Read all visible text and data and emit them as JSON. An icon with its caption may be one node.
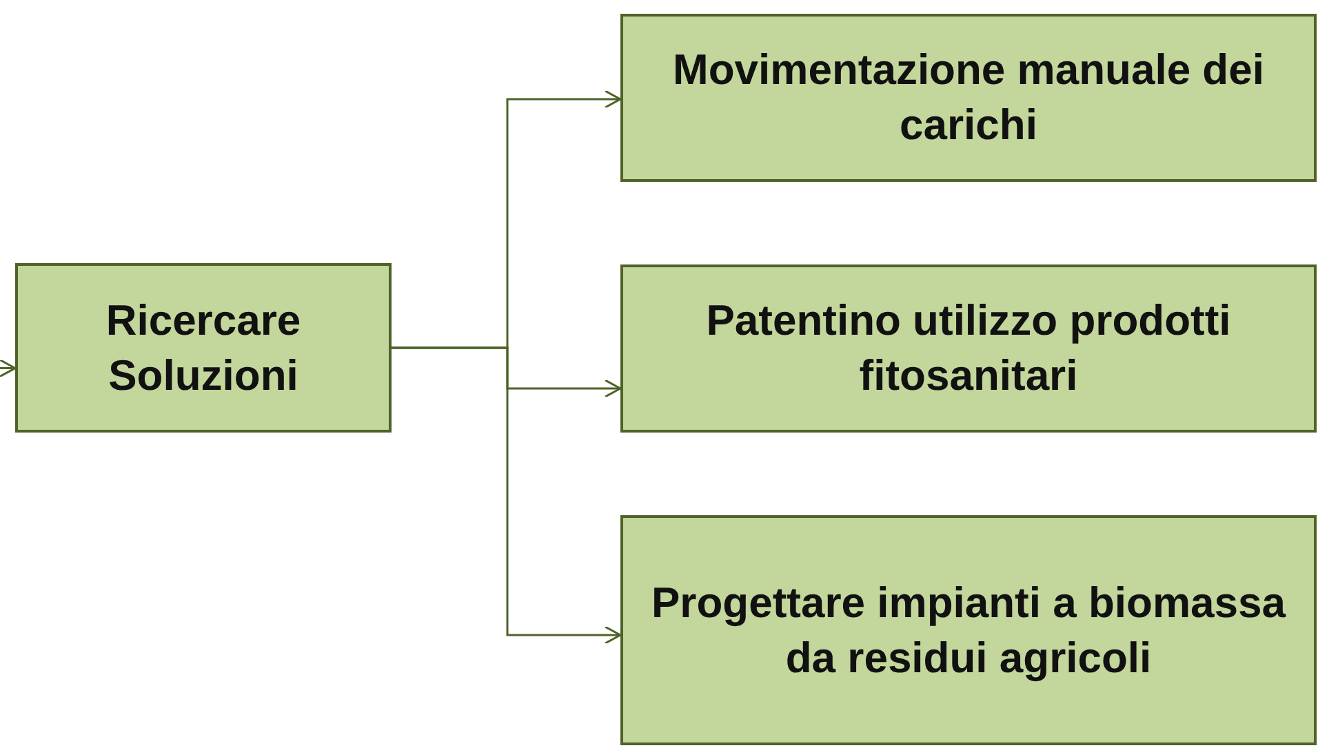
{
  "diagram": {
    "nodes": [
      {
        "text": [
          "Ricercare Soluzioni"
        ]
      },
      {
        "text": [
          "Movimentazione manuale dei carichi"
        ]
      },
      {
        "text": [
          "Patentino utilizzo prodotti fitosanitari"
        ]
      },
      {
        "text": [
          "Progettare impianti a biomassa da residui agricoli"
        ]
      }
    ],
    "edges": [
      {
        "from": null,
        "to": 0,
        "arrow": "to"
      },
      {
        "from": 0,
        "to": 1,
        "arrow": "to"
      },
      {
        "from": 0,
        "to": 2,
        "arrow": "to"
      },
      {
        "from": 0,
        "to": 3,
        "arrow": "to"
      }
    ]
  }
}
